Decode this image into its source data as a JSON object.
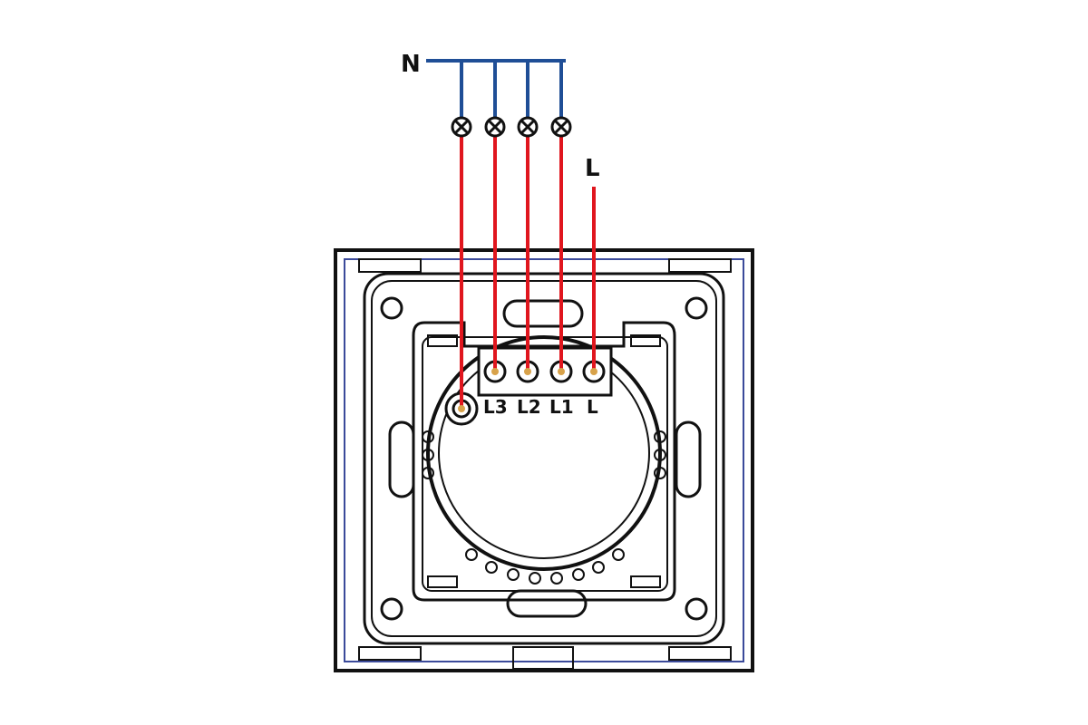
{
  "labels": {
    "neutral": "N",
    "live": "L"
  },
  "terminals": [
    "L3",
    "L2",
    "L1",
    "L"
  ],
  "colors": {
    "neutral_wire": "#1f4e96",
    "live_wire": "#e0161e",
    "outline": "#111111",
    "frame_accent": "#3b4a9a",
    "terminal_screw": "#d8a24a"
  },
  "icons": {
    "lamp": "lamp-x-symbol"
  }
}
